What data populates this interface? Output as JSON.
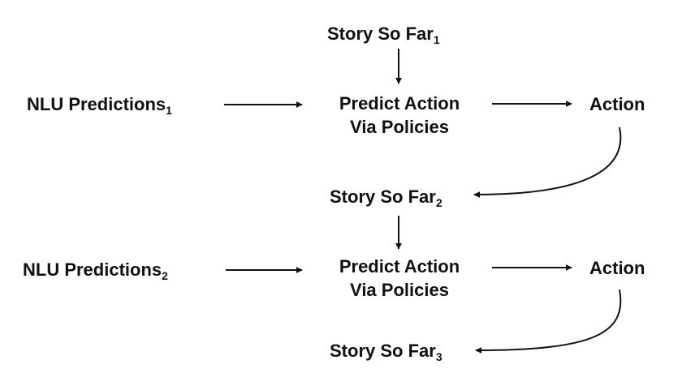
{
  "diagram": {
    "rows": [
      {
        "story_in": {
          "label": "Story So Far",
          "index": "1"
        },
        "nlu": {
          "label": "NLU Predictions",
          "index": "1"
        },
        "predict": {
          "line1": "Predict Action",
          "line2": "Via Policies"
        },
        "action": {
          "label": "Action"
        }
      },
      {
        "story_in": {
          "label": "Story So Far",
          "index": "2"
        },
        "nlu": {
          "label": "NLU Predictions",
          "index": "2"
        },
        "predict": {
          "line1": "Predict Action",
          "line2": "Via Policies"
        },
        "action": {
          "label": "Action"
        }
      }
    ],
    "story_out": {
      "label": "Story So Far",
      "index": "3"
    }
  }
}
